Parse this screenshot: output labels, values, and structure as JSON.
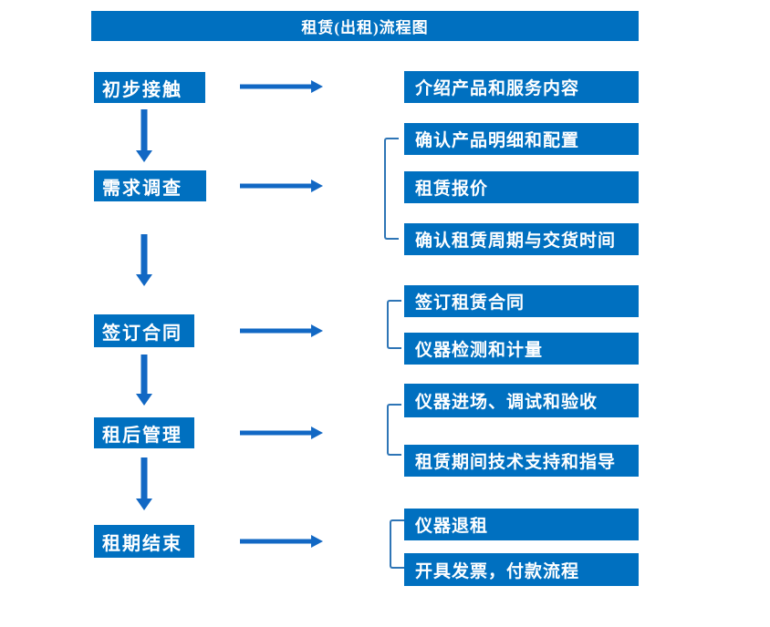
{
  "title": "租赁(出租)流程图",
  "colors": {
    "box_fill": "#0070C0",
    "arrow": "#1268C4",
    "bracket": "#2E75B6",
    "box_text": "#FFFFFF",
    "background": "#FFFFFF"
  },
  "steps": [
    {
      "label": "初步接触",
      "details": [
        "介绍产品和服务内容"
      ]
    },
    {
      "label": "需求调查",
      "details": [
        "确认产品明细和配置",
        "租赁报价",
        "确认租赁周期与交货时间"
      ]
    },
    {
      "label": "签订合同",
      "details": [
        "签订租赁合同",
        "仪器检测和计量"
      ]
    },
    {
      "label": "租后管理",
      "details": [
        "仪器进场、调试和验收",
        "租赁期间技术支持和指导"
      ]
    },
    {
      "label": "租期结束",
      "details": [
        "仪器退租",
        "开具发票，付款流程"
      ]
    }
  ]
}
